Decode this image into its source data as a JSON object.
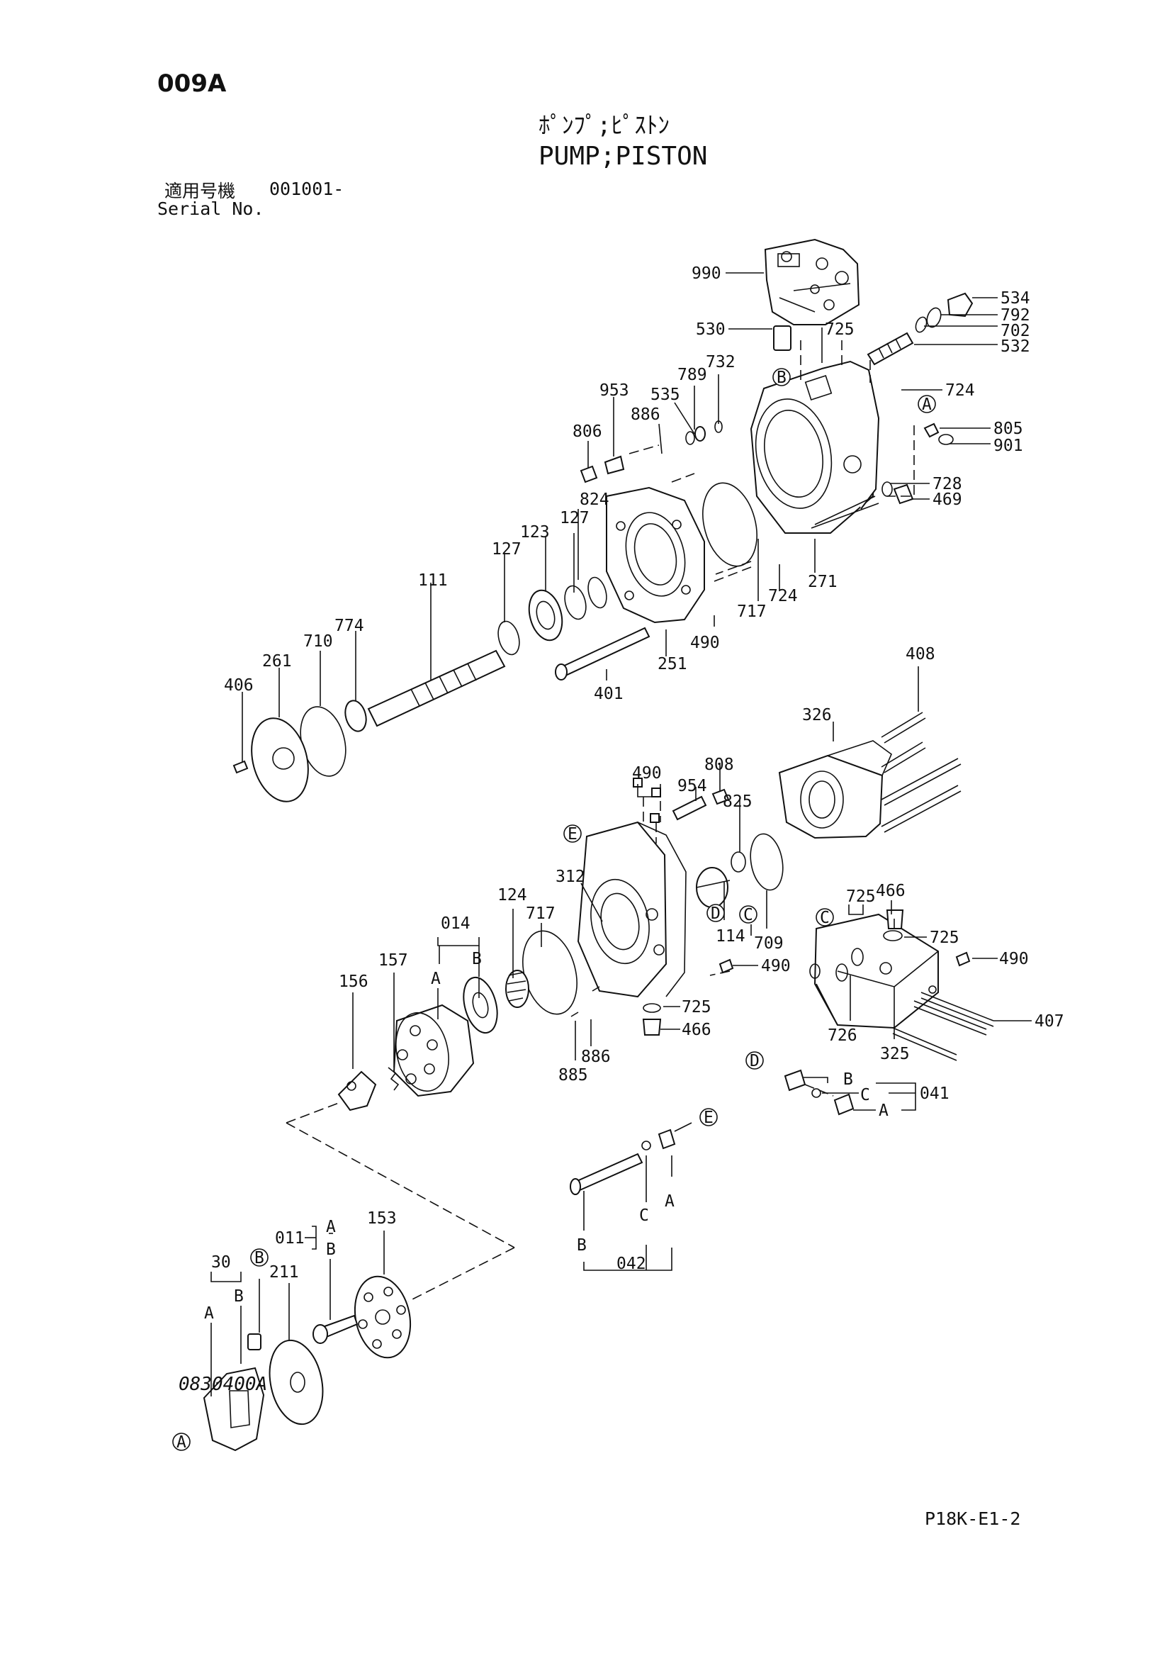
{
  "header": {
    "page_code": "009A",
    "title_jp": "ﾎﾟﾝﾌﾟ;ﾋﾟｽﾄﾝ",
    "title_en": "PUMP;PISTON",
    "serial_jp_label": "適用号機",
    "serial_value": "001001-",
    "serial_en_label": "Serial No."
  },
  "footer": {
    "drawing_number": "0830400A",
    "page_ref": "P18K-E1-2"
  },
  "callouts": {
    "p990": "990",
    "p534": "534",
    "p792": "792",
    "p702": "702",
    "p532": "532",
    "p530": "530",
    "p725a": "725",
    "p724a": "724",
    "p732": "732",
    "p789": "789",
    "p535": "535",
    "p953": "953",
    "p886a": "886",
    "p806": "806",
    "p805": "805",
    "p901": "901",
    "p728": "728",
    "p469": "469",
    "p824": "824",
    "p127a": "127",
    "p123": "123",
    "p127b": "127",
    "p111": "111",
    "p774": "774",
    "p710": "710",
    "p261": "261",
    "p406": "406",
    "p401": "401",
    "p251": "251",
    "p490a": "490",
    "p717a": "717",
    "p724b": "724",
    "p271": "271",
    "p408": "408",
    "p326": "326",
    "p490b": "490",
    "p808": "808",
    "p954": "954",
    "p825": "825",
    "p312": "312",
    "p124": "124",
    "p717b": "717",
    "p014": "014",
    "p114": "114",
    "p709": "709",
    "p725b": "725",
    "p466a": "466",
    "p725c": "725",
    "p490c": "490",
    "p490d": "490",
    "p407": "407",
    "p726": "726",
    "p325": "325",
    "p157": "157",
    "p156": "156",
    "p725d": "725",
    "p466b": "466",
    "p886b": "886",
    "p885": "885",
    "p041": "041",
    "p042": "042",
    "p011": "011",
    "p153": "153",
    "p30": "30",
    "p211": "211"
  },
  "sub_labels": {
    "a": "A",
    "b": "B",
    "c": "C"
  },
  "ref_markers": {
    "a": "A",
    "b": "B",
    "c": "C",
    "d": "D",
    "e": "E"
  }
}
